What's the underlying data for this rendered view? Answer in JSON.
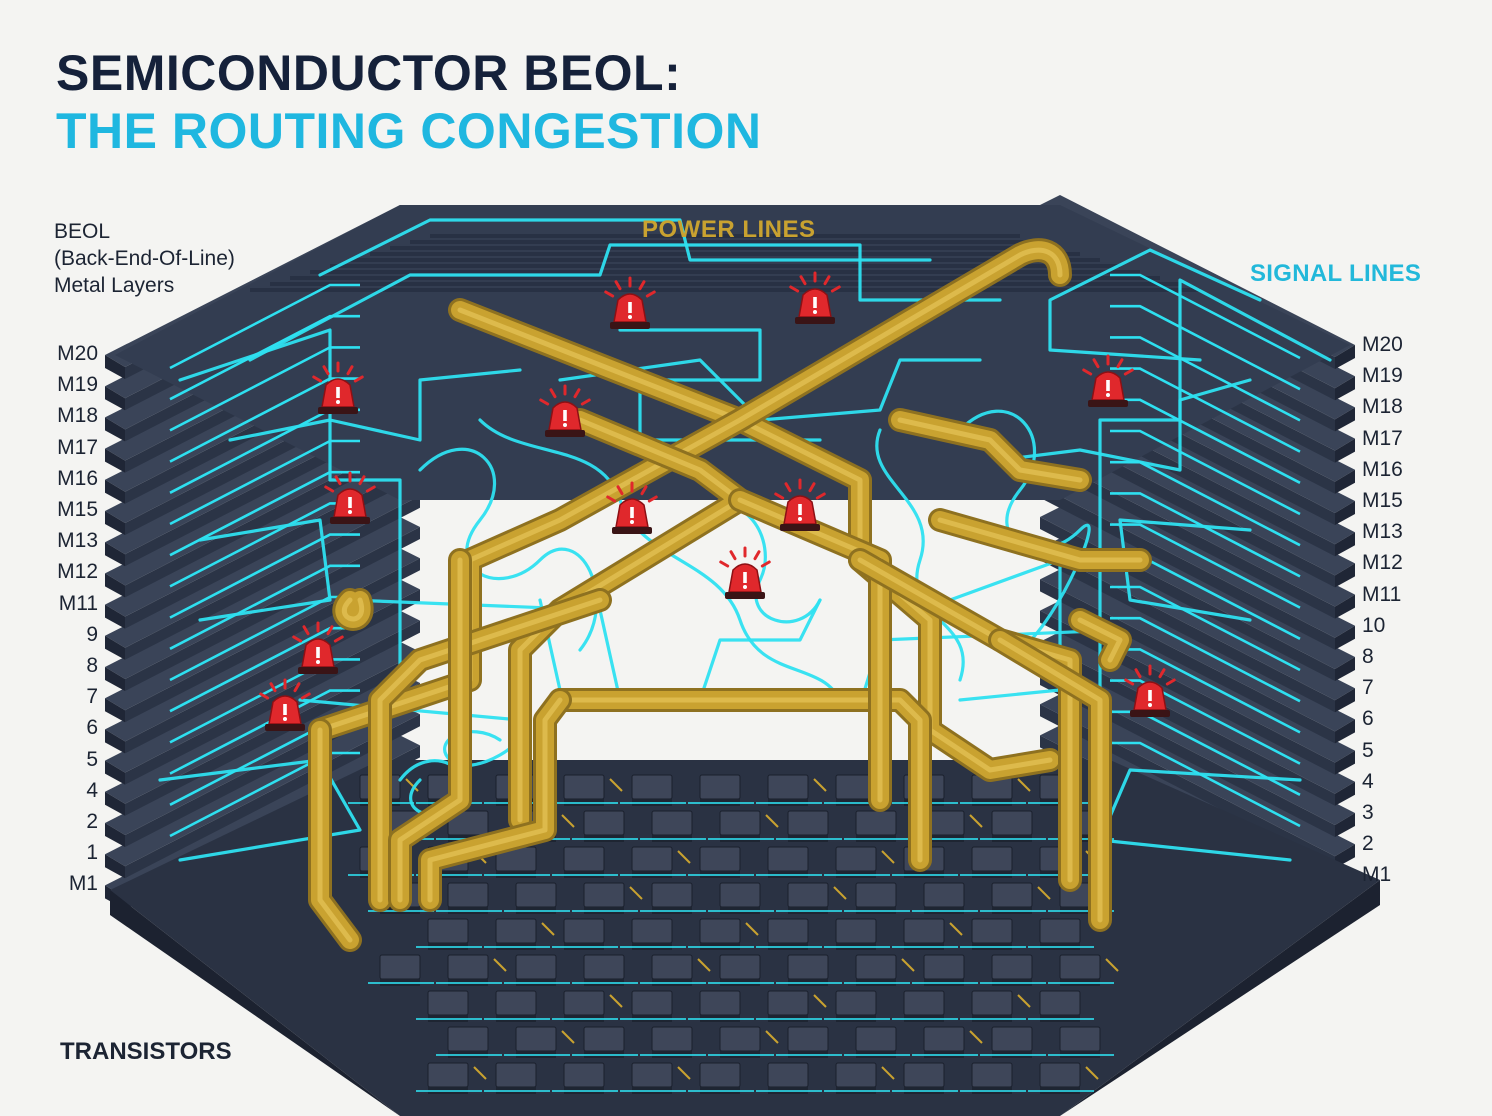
{
  "title": {
    "line1": "SEMICONDUCTOR BEOL:",
    "line2": "THE ROUTING CONGESTION"
  },
  "beol_label": {
    "line1": "BEOL",
    "line2": "(Back-End-Of-Line)",
    "line3": "Metal Layers"
  },
  "labels": {
    "power_lines": "POWER LINES",
    "signal_lines": "SIGNAL LINES",
    "transistors": "TRANSISTORS"
  },
  "left_layers": [
    "M20",
    "M19",
    "M18",
    "M17",
    "M16",
    "M15",
    "M13",
    "M12",
    "M11",
    "9",
    "8",
    "7",
    "6",
    "5",
    "4",
    "2",
    "1",
    "M1"
  ],
  "right_layers": [
    "M20",
    "M19",
    "M18",
    "M17",
    "M16",
    "M15",
    "M13",
    "M12",
    "M11",
    "10",
    "8",
    "7",
    "6",
    "5",
    "4",
    "3",
    "2",
    "M1"
  ],
  "colors": {
    "title_dark": "#15213a",
    "title_accent": "#1fb7e0",
    "layer_slab": "#2b3446",
    "signal_line": "#2ee0f0",
    "power_line": "#c9a230",
    "warning": "#e0282c"
  },
  "icons": {
    "warning": "warning-beacon-icon"
  }
}
